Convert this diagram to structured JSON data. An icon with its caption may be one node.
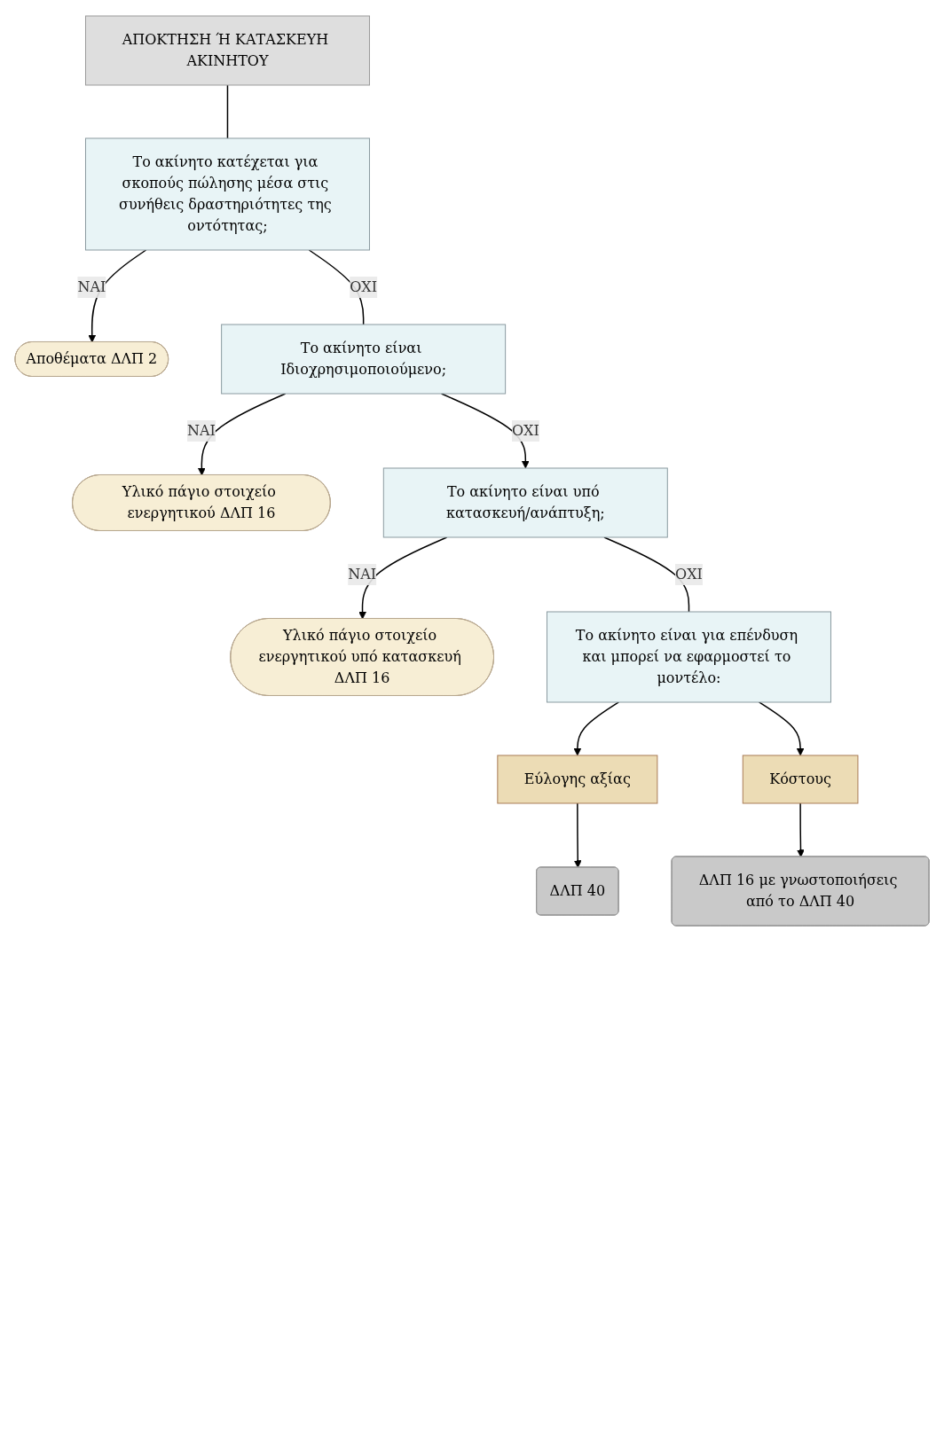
{
  "diagram": {
    "nodes": [
      {
        "text": [
          "ΑΠΟΚΤΗΣΗ Ή ΚΑΤΑΣΚΕΥΗ ΑΚΙΝΗΤΟΥ"
        ]
      },
      {
        "text": [
          "Το ακίνητο κατέχεται για σκοπούς πώλησης μέσα στις συνήθεις δραστηριότητες της οντότητας;"
        ]
      },
      {
        "text": [
          "Αποθέματα ΔΛΠ 2"
        ]
      },
      {
        "text": [
          "Το ακίνητο είναι Ιδιοχρησιμοποιούμενο;"
        ]
      },
      {
        "text": [
          "Υλικό πάγιο στοιχείο ενεργητικού ΔΛΠ 16"
        ]
      },
      {
        "text": [
          "Το ακίνητο είναι υπό κατασκευή/ανάπτυξη;"
        ]
      },
      {
        "text": [
          "Υλικό πάγιο στοιχείο ενεργητικού υπό κατασκευή ΔΛΠ 16"
        ]
      },
      {
        "text": [
          "Το ακίνητο είναι για επένδυση και μπορεί να εφαρμοστεί το μοντέλο:"
        ]
      },
      {
        "text": [
          "Εύλογης αξίας"
        ]
      },
      {
        "text": [
          "Κόστους"
        ]
      },
      {
        "text": [
          "ΔΛΠ 40"
        ]
      },
      {
        "text": [
          "ΔΛΠ 16 με γνωστοποιήσεις από το ΔΛΠ 40"
        ]
      }
    ],
    "edges": [
      {
        "from": 0,
        "to": 1,
        "arrow": "none"
      },
      {
        "from": 1,
        "to": 2,
        "arrow": "to",
        "label": "ΝΑΙ"
      },
      {
        "from": 1,
        "to": 3,
        "arrow": "none",
        "label": "ΟΧΙ"
      },
      {
        "from": 3,
        "to": 4,
        "arrow": "to",
        "label": "ΝΑΙ"
      },
      {
        "from": 3,
        "to": 5,
        "arrow": "to",
        "label": "ΟΧΙ"
      },
      {
        "from": 5,
        "to": 6,
        "arrow": "to",
        "label": "ΝΑΙ"
      },
      {
        "from": 5,
        "to": 7,
        "arrow": "none",
        "label": "ΟΧΙ"
      },
      {
        "from": 7,
        "to": 8,
        "arrow": "to"
      },
      {
        "from": 7,
        "to": 9,
        "arrow": "to"
      },
      {
        "from": 8,
        "to": 10,
        "arrow": "to"
      },
      {
        "from": 9,
        "to": 11,
        "arrow": "to"
      }
    ]
  }
}
